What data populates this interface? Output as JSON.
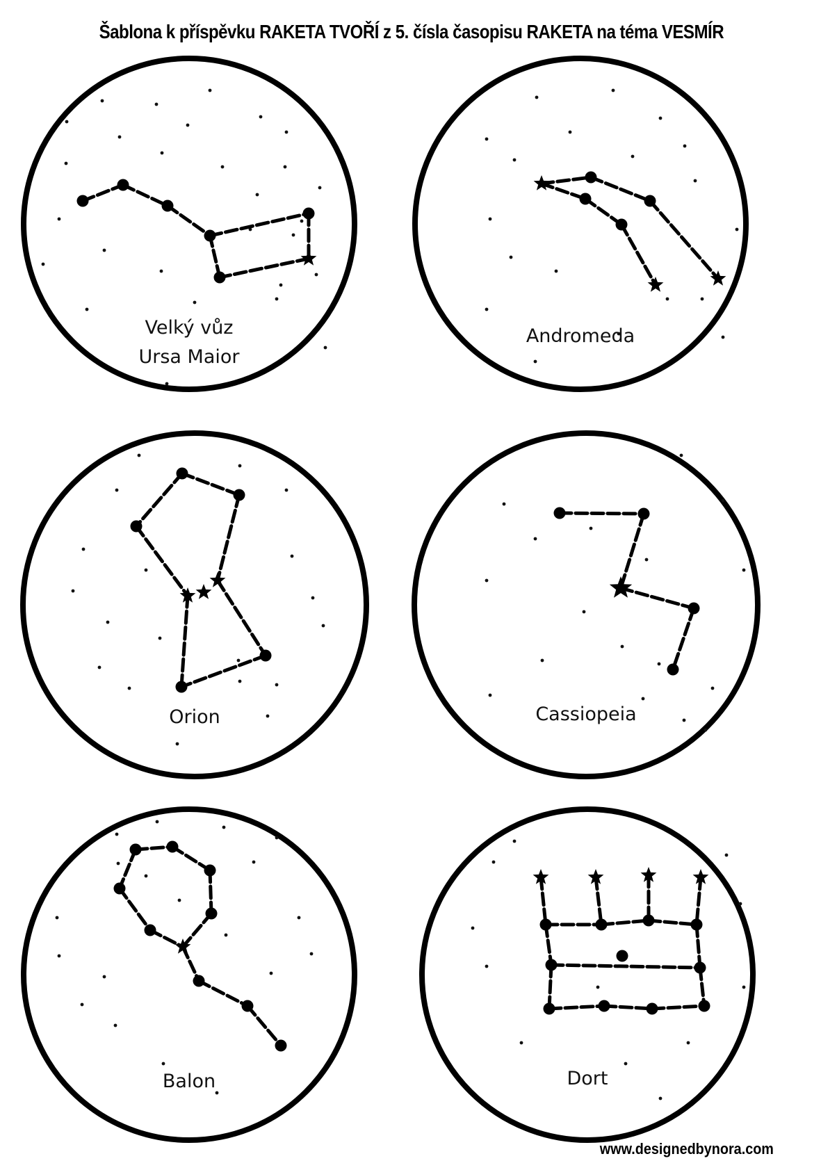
{
  "title": "Šablona k příspěvku RAKETA TVOŘÍ z 5. čísla časopisu RAKETA na téma VESMÍR",
  "footer": "www.designedbynora.com",
  "constellations": [
    {
      "name": "ursa-maior",
      "labels": [
        "Velký vůz",
        "Ursa Maior"
      ]
    },
    {
      "name": "andromeda",
      "labels": [
        "Andromeda"
      ]
    },
    {
      "name": "orion",
      "labels": [
        "Orion"
      ]
    },
    {
      "name": "cassiopeia",
      "labels": [
        "Cassiopeia"
      ]
    },
    {
      "name": "balon",
      "labels": [
        "Balon"
      ]
    },
    {
      "name": "dort",
      "labels": [
        "Dort"
      ]
    }
  ]
}
